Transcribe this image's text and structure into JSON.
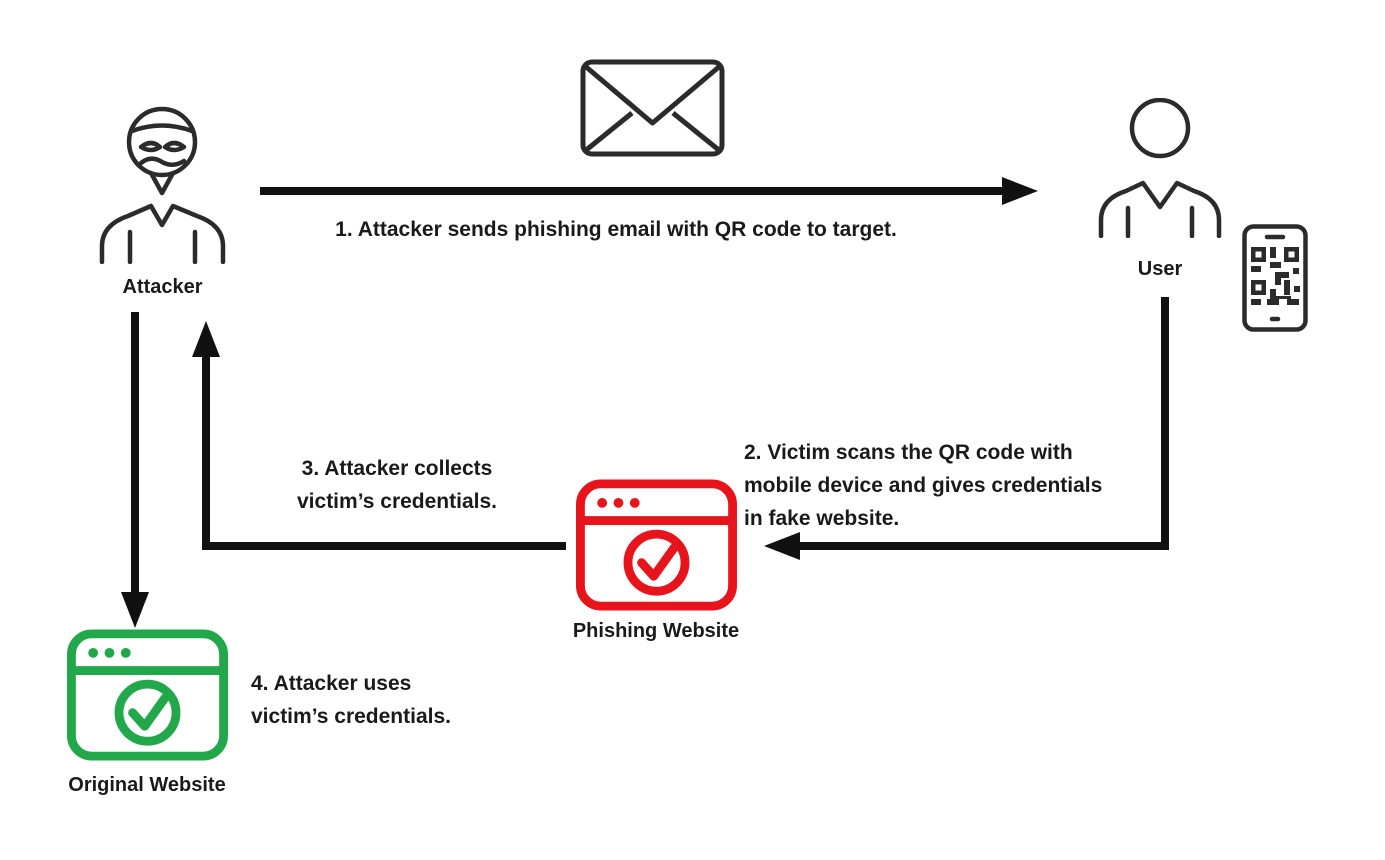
{
  "diagram": {
    "type": "flow-diagram",
    "topic": "QR code phishing attack flow",
    "nodes": {
      "attacker": {
        "label": "Attacker",
        "icon": "masked-attacker-icon"
      },
      "user": {
        "label": "User",
        "icon": "user-icon"
      },
      "email": {
        "icon": "envelope-icon"
      },
      "phone": {
        "icon": "phone-qr-code-icon"
      },
      "phishing_website": {
        "label": "Phishing Website",
        "icon": "browser-check-icon",
        "color": "#e8141c"
      },
      "original_website": {
        "label": "Original Website",
        "icon": "browser-check-icon",
        "color": "#22a74b"
      }
    },
    "steps": {
      "step1": {
        "lines": [
          "1. Attacker sends phishing email with QR code to target."
        ]
      },
      "step2": {
        "lines": [
          "2. Victim scans the QR code with",
          "mobile device and gives credentials",
          "in fake website."
        ]
      },
      "step3": {
        "lines": [
          "3. Attacker collects",
          "victim’s credentials."
        ]
      },
      "step4": {
        "lines": [
          "4. Attacker uses",
          "victim’s credentials."
        ]
      }
    },
    "arrows": [
      {
        "name": "arrow-step1",
        "from": "attacker",
        "to": "user",
        "direction": "right"
      },
      {
        "name": "arrow-step2",
        "from": "user",
        "to": "phishing_website",
        "direction": "down-left"
      },
      {
        "name": "arrow-step3",
        "from": "phishing_website",
        "to": "attacker",
        "direction": "left-up"
      },
      {
        "name": "arrow-step4",
        "from": "attacker",
        "to": "original_website",
        "direction": "down"
      }
    ],
    "colors": {
      "background": "#ffffff",
      "icon_stroke": "#2b2b2b",
      "arrow": "#111111",
      "text": "#1a1a1a",
      "phishing_red": "#e8141c",
      "original_green": "#22a74b"
    }
  }
}
